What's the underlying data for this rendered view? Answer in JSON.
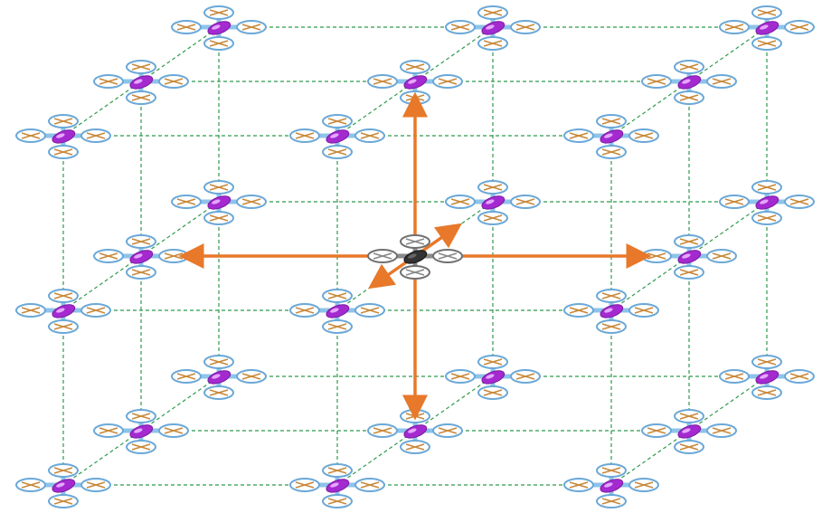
{
  "diagram": {
    "grid": {
      "cols": 3,
      "rows": 3,
      "layers": 3
    },
    "center_node": {
      "col": 1,
      "row": 1,
      "layer": 1
    },
    "arrow_directions": [
      "up",
      "down",
      "left",
      "right",
      "forward",
      "back"
    ],
    "colors": {
      "grid_line": "#2e9a4c",
      "neighbor_link": "#b048d8",
      "arrow": "#e8782a",
      "drone_arm": "#8ec3ea",
      "drone_body": "#a42ad0",
      "rotor_ring": "#6aa8d8",
      "rotor_blade": "#c8893a",
      "center_drone_arm": "#8a8a8a",
      "center_drone_body": "#333333",
      "center_rotor_ring": "#707070"
    },
    "icons": {
      "node": "quadcopter-drone-icon",
      "center": "quadcopter-drone-gray-icon"
    }
  }
}
